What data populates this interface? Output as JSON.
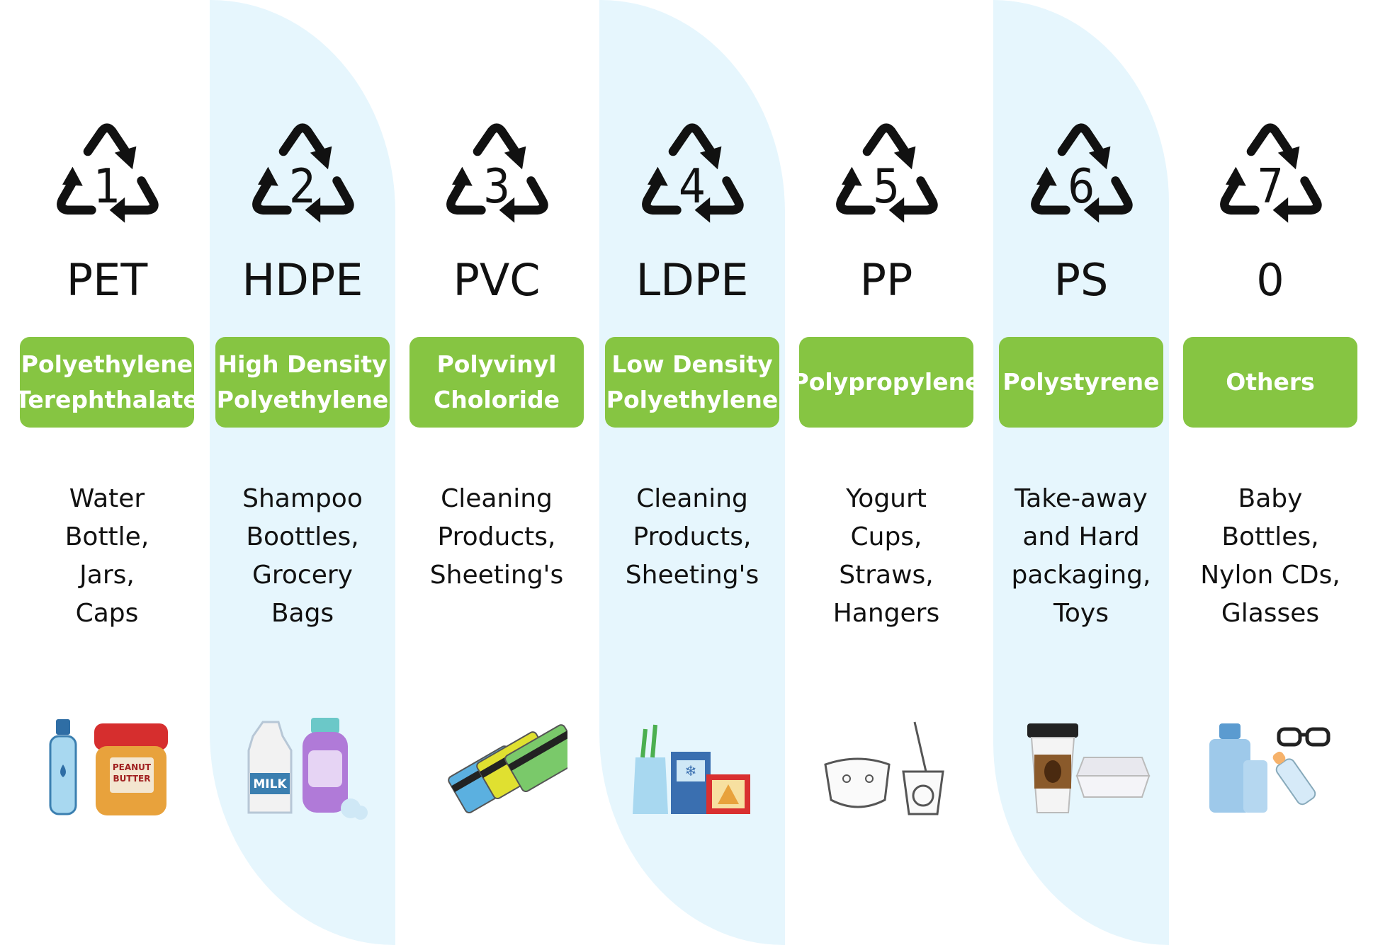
{
  "columns": [
    {
      "number": "1",
      "abbr": "PET",
      "name": "Polyethylene\nTerephthalate",
      "uses": "Water\nBottle,\nJars,\nCaps",
      "icons": [
        "water-bottle-icon",
        "peanut-butter-jar-icon"
      ],
      "jar_label": "PEANUT\nBUTTER"
    },
    {
      "number": "2",
      "abbr": "HDPE",
      "name": "High Density\nPolyethylene",
      "uses": "Shampoo\nBoottles,\nGrocery\nBags",
      "icons": [
        "milk-jug-icon",
        "shampoo-bottle-icon"
      ],
      "jug_label": "MILK"
    },
    {
      "number": "3",
      "abbr": "PVC",
      "name": "Polyvinyl\nCholoride",
      "uses": "Cleaning\nProducts,\nSheeting's",
      "icons": [
        "plastic-cards-icon"
      ]
    },
    {
      "number": "4",
      "abbr": "LDPE",
      "name": "Low Density\nPolyethylene",
      "uses": "Cleaning\nProducts,\nSheeting's",
      "icons": [
        "grocery-bag-icon",
        "frozen-food-box-icon",
        "pizza-box-icon"
      ]
    },
    {
      "number": "5",
      "abbr": "PP",
      "name": "Polypropylene",
      "uses": "Yogurt\nCups,\nStraws,\nHangers",
      "icons": [
        "diaper-icon",
        "noodle-cup-icon"
      ]
    },
    {
      "number": "6",
      "abbr": "PS",
      "name": "Polystyrene",
      "uses": "Take-away\nand Hard\npackaging,\nToys",
      "icons": [
        "coffee-cup-icon",
        "foam-container-icon"
      ]
    },
    {
      "number": "7",
      "abbr": "0",
      "name": "Others",
      "uses": "Baby\nBottles,\nNylon CDs,\nGlasses",
      "icons": [
        "water-jugs-icon",
        "eyeglasses-icon",
        "baby-bottle-icon"
      ]
    }
  ],
  "colors": {
    "tag_green": "#86c542",
    "shade_blue": "#e6f6fd",
    "symbol_black": "#111111"
  }
}
